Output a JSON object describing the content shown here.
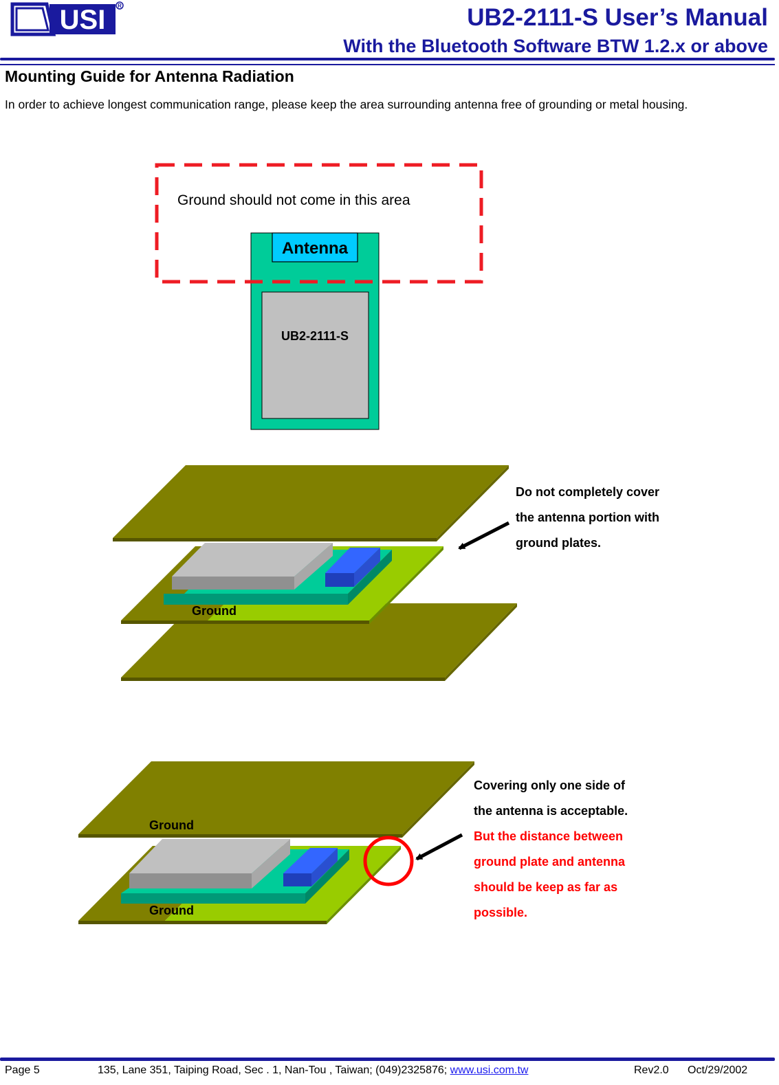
{
  "header": {
    "logo_text": "USI",
    "title": "UB2-2111-S User’s Manual",
    "subtitle": "With the Bluetooth Software BTW 1.2.x or above"
  },
  "section": {
    "heading": "Mounting Guide for Antenna Radiation",
    "intro": "In order to achieve longest communication range, please keep the area surrounding antenna free of grounding or metal housing."
  },
  "diagram1": {
    "zone_label": "Ground should not come in this area",
    "antenna_label": "Antenna",
    "module_label": "UB2-2111-S"
  },
  "diagram2": {
    "ground_label": "Ground",
    "note_lines": [
      "Do not completely cover",
      "the antenna portion with",
      "ground plates."
    ]
  },
  "diagram3": {
    "ground_label_top": "Ground",
    "ground_label_bottom": "Ground",
    "note_lines_black": [
      "Covering only one side of",
      "the antenna is acceptable."
    ],
    "note_lines_red": [
      "But the distance between",
      "ground plate and antenna",
      "should be keep as far as",
      "possible."
    ]
  },
  "footer": {
    "page": "Page 5",
    "address": "135, Lane 351, Taiping Road, Sec . 1, Nan-Tou , Taiwan; (049)2325876; ",
    "link": "www.usi.com.tw",
    "rev": "Rev2.0",
    "date": "Oct/29/2002"
  },
  "colors": {
    "header_blue": "#1a1a9e",
    "ground_plate": "#808000",
    "pcb_green": "#99cc00",
    "module_teal": "#00cc99",
    "antenna_blue": "#3366ff",
    "chip_gray": "#c0c0c0",
    "zone_red": "#ee1c24",
    "warning_red": "#ff0000"
  }
}
